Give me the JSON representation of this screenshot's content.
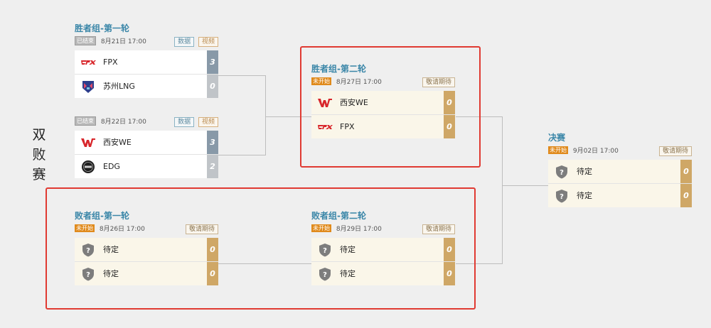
{
  "side_label": [
    "双",
    "败",
    "赛"
  ],
  "matches": {
    "wb_r1_a": {
      "title": "胜者组-第一轮",
      "status": "已结束",
      "time": "8月21日 17:00",
      "data_label": "数据",
      "video_label": "视频",
      "teams": [
        {
          "name": "FPX",
          "score": "3",
          "icon": "fpx-logo"
        },
        {
          "name": "苏州LNG",
          "score": "0",
          "icon": "lng-logo"
        }
      ]
    },
    "wb_r1_b": {
      "status": "已结束",
      "time": "8月22日 17:00",
      "data_label": "数据",
      "video_label": "视频",
      "teams": [
        {
          "name": "西安WE",
          "score": "3",
          "icon": "we-logo"
        },
        {
          "name": "EDG",
          "score": "2",
          "icon": "edg-logo"
        }
      ]
    },
    "wb_r2": {
      "title": "胜者组-第二轮",
      "status": "未开始",
      "time": "8月27日 17:00",
      "wait_label": "敬请期待",
      "teams": [
        {
          "name": "西安WE",
          "score": "0",
          "icon": "we-logo"
        },
        {
          "name": "FPX",
          "score": "0",
          "icon": "fpx-logo"
        }
      ]
    },
    "lb_r1": {
      "title": "败者组-第一轮",
      "status": "未开始",
      "time": "8月26日 17:00",
      "wait_label": "敬请期待",
      "teams": [
        {
          "name": "待定",
          "score": "0",
          "icon": "tbd-shield-icon"
        },
        {
          "name": "待定",
          "score": "0",
          "icon": "tbd-shield-icon"
        }
      ]
    },
    "lb_r2": {
      "title": "败者组-第二轮",
      "status": "未开始",
      "time": "8月29日 17:00",
      "wait_label": "敬请期待",
      "teams": [
        {
          "name": "待定",
          "score": "0",
          "icon": "tbd-shield-icon"
        },
        {
          "name": "待定",
          "score": "0",
          "icon": "tbd-shield-icon"
        }
      ]
    },
    "final": {
      "title": "决赛",
      "status": "未开始",
      "time": "9月02日 17:00",
      "wait_label": "敬请期待",
      "teams": [
        {
          "name": "待定",
          "score": "0",
          "icon": "tbd-shield-icon"
        },
        {
          "name": "待定",
          "score": "0",
          "icon": "tbd-shield-icon"
        }
      ]
    }
  },
  "colors": {
    "title": "#3a86a8",
    "highlight": "#e03a32",
    "score_win": "#8899a8",
    "score_lose": "#c0c4c8",
    "score_pending": "#cfa766",
    "badge_pending": "#e08a1c"
  }
}
